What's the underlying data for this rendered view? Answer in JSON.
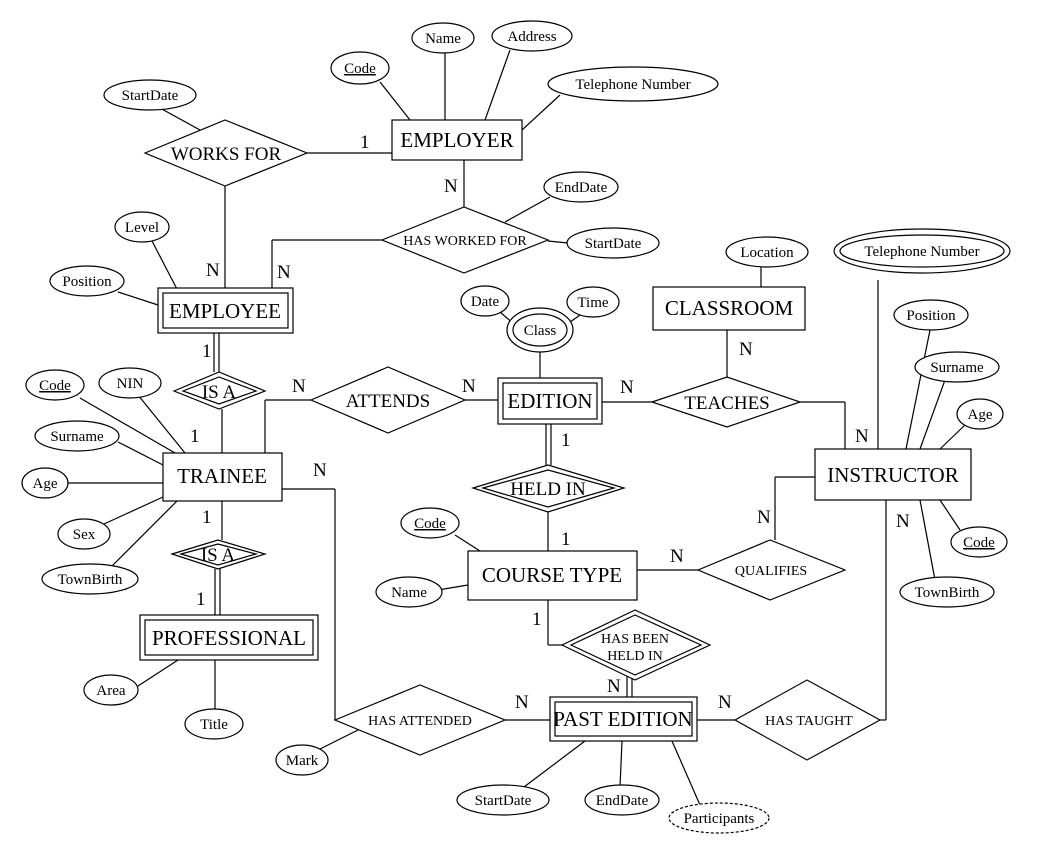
{
  "entities": {
    "employer": "EMPLOYER",
    "employee": "EMPLOYEE",
    "trainee": "TRAINEE",
    "professional": "PROFESSIONAL",
    "edition": "EDITION",
    "classroom": "CLASSROOM",
    "instructor": "INSTRUCTOR",
    "course_type": "COURSE TYPE",
    "past_edition": "PAST EDITION"
  },
  "relationships": {
    "works_for": "WORKS FOR",
    "has_worked_for": "HAS WORKED FOR",
    "is_a_employee": "IS A",
    "is_a_professional": "IS A",
    "attends": "ATTENDS",
    "teaches": "TEACHES",
    "held_in": "HELD IN",
    "qualifies": "QUALIFIES",
    "has_been_held_in_1": "HAS BEEN",
    "has_been_held_in_2": "HELD IN",
    "has_attended": "HAS ATTENDED",
    "has_taught": "HAS TAUGHT"
  },
  "attributes": {
    "employer_code": "Code",
    "employer_name": "Name",
    "employer_address": "Address",
    "employer_telephone": "Telephone Number",
    "works_for_startdate": "StartDate",
    "has_worked_for_enddate": "EndDate",
    "has_worked_for_startdate": "StartDate",
    "employee_level": "Level",
    "employee_position": "Position",
    "trainee_code": "Code",
    "trainee_nin": "NIN",
    "trainee_surname": "Surname",
    "trainee_age": "Age",
    "trainee_sex": "Sex",
    "trainee_townbirth": "TownBirth",
    "professional_area": "Area",
    "professional_title": "Title",
    "edition_date": "Date",
    "edition_class": "Class",
    "edition_time": "Time",
    "classroom_location": "Location",
    "instructor_telephone": "Telephone Number",
    "instructor_position": "Position",
    "instructor_surname": "Surname",
    "instructor_age": "Age",
    "instructor_code": "Code",
    "instructor_townbirth": "TownBirth",
    "course_type_code": "Code",
    "course_type_name": "Name",
    "has_attended_mark": "Mark",
    "past_edition_startdate": "StartDate",
    "past_edition_enddate": "EndDate",
    "past_edition_participants": "Participants"
  },
  "cardinalities": {
    "works_for_employer": "1",
    "works_for_employee": "N",
    "has_worked_for_employer": "N",
    "has_worked_for_employee": "N",
    "is_a_employee_top": "1",
    "is_a_employee_bottom": "1",
    "attends_trainee": "N",
    "attends_edition": "N",
    "teaches_edition": "N",
    "teaches_classroom": "N",
    "teaches_instructor": "N",
    "held_in_edition": "1",
    "held_in_course_type": "1",
    "qualifies_course_type": "N",
    "qualifies_instructor": "N",
    "has_attended_trainee": "N",
    "is_a_professional_top": "1",
    "is_a_professional_bottom": "1",
    "has_been_held_in_course_type": "1",
    "has_been_held_in_past_edition": "N",
    "has_attended_past_edition": "N",
    "has_taught_past_edition": "N",
    "has_taught_instructor": "N"
  }
}
